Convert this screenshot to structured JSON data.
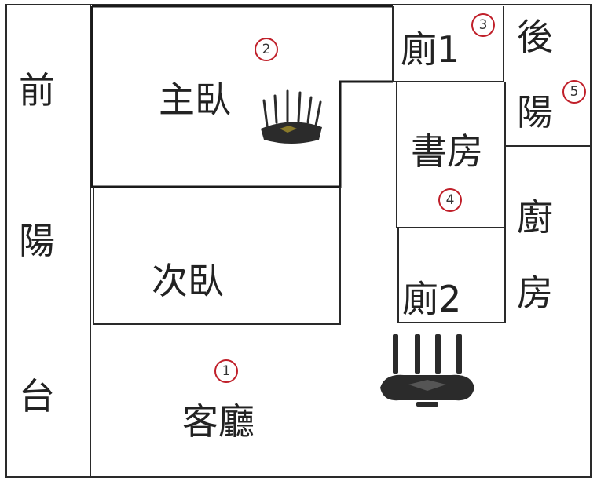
{
  "rooms": {
    "front_balcony": [
      "前",
      "陽",
      "台"
    ],
    "master_bedroom": "主臥",
    "second_bedroom": "次臥",
    "living_room": "客廳",
    "toilet_1": "廁1",
    "study": "書房",
    "toilet_2": "廁2",
    "back_balcony": [
      "後",
      "陽"
    ],
    "kitchen": [
      "廚",
      "房"
    ]
  },
  "markers": {
    "m1": "1",
    "m2": "2",
    "m3": "3",
    "m4": "4",
    "m5": "5"
  },
  "colors": {
    "marker_ring": "#c0202a",
    "wall": "#2a2a2a",
    "router_body": "#2b2b2b"
  },
  "icons": {
    "router_master": "wifi-router-icon",
    "router_living": "wifi-router-icon"
  }
}
